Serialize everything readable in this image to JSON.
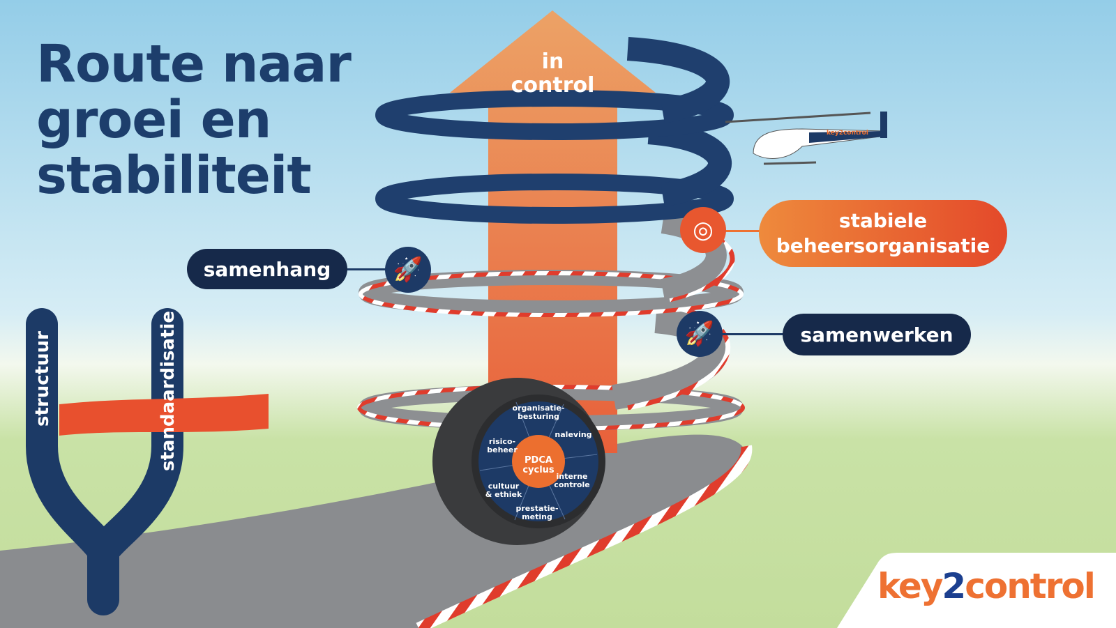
{
  "title": {
    "lines": [
      "Route naar",
      "groei en",
      "stabiliteit"
    ]
  },
  "arrow": {
    "line1": "in",
    "line2": "control"
  },
  "labels": {
    "samenhang": "samenhang",
    "stabiele_line1": "stabiele",
    "stabiele_line2": "beheersorganisatie",
    "samenwerken": "samenwerken"
  },
  "icons": {
    "samenhang": "rocket-icon",
    "stabiele": "target-icon",
    "samenwerken": "rocket-icon"
  },
  "fork": {
    "left": "structuur",
    "right": "standaardisatie"
  },
  "wheel": {
    "center_line1": "PDCA",
    "center_line2": "cyclus",
    "segments": [
      "organisatie-\nbesturing",
      "naleving",
      "interne\ncontrole",
      "prestatie-\nmeting",
      "cultuur\n& ethiek",
      "risico-\nbeheer"
    ]
  },
  "helicopter": {
    "text": "key2control"
  },
  "logo": {
    "part1": "key",
    "part2": "2",
    "part3": "control"
  },
  "colors": {
    "navy": "#1d3e6c",
    "orange": "#ee7132",
    "red": "#e4492a",
    "sky": "#9fd3ea",
    "grass": "#c8e0a2"
  }
}
